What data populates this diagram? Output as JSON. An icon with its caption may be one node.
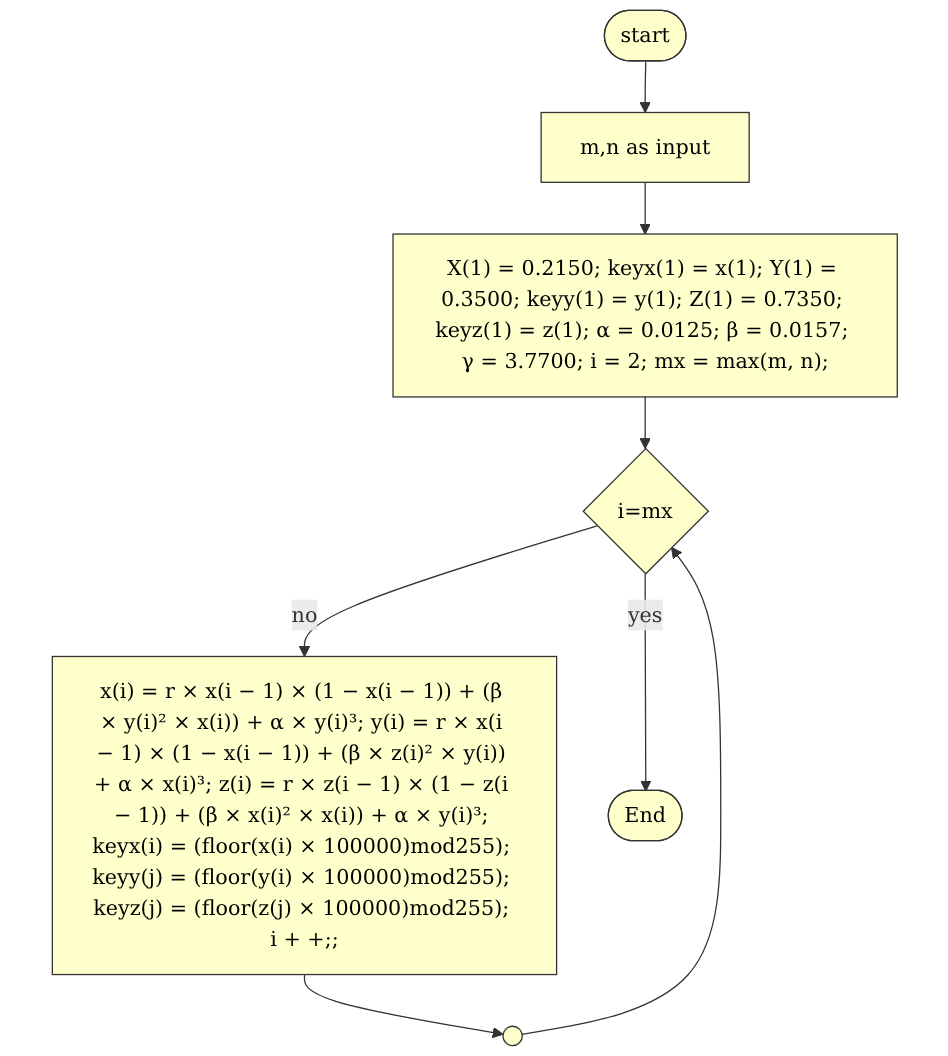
{
  "diagram": {
    "nodes": [
      {
        "text": [
          "start"
        ]
      },
      {
        "text": [
          "m,n as input"
        ]
      },
      {
        "text": [
          "X(1) = 0.2150; keyx(1) = x(1); Y(1) = 0.3500; keyy(1) = y(1); Z(1) = 0.7350; keyz(1) = z(1); α = 0.0125; β = 0.0157; γ = 3.7700; i = 2; mx = max(m, n);"
        ]
      },
      {
        "text": [
          "i=mx"
        ]
      },
      {
        "text": [
          "x(i) = r × x(i − 1) × (1 − x(i − 1)) + (β × y(i)² × x(i)) + α × y(i)³; y(i) = r × x(i − 1) × (1 − x(i − 1)) + (β × z(i)² × y(i)) + α × x(i)³; z(i) = r × z(i − 1) × (1 − z(i − 1)) + (β × x(i)² × x(i)) + α × y(i)³; keyx(i) = (floor(x(i) × 100000)mod255); keyy(j) = (floor(y(i) × 100000)mod255); keyz(j) = (floor(z(j) × 100000)mod255); i + +;;"
        ]
      },
      {
        "text": [
          "End"
        ]
      },
      {
        "text": [],
        "shape": "circle"
      }
    ],
    "edges": [
      {
        "from": 0,
        "to": 1,
        "arrow": "to"
      },
      {
        "from": 1,
        "to": 2,
        "arrow": "to"
      },
      {
        "from": 2,
        "to": 3,
        "arrow": "to"
      },
      {
        "from": 3,
        "to": 4,
        "label": "no",
        "arrow": "to"
      },
      {
        "from": 3,
        "to": 5,
        "label": "yes",
        "arrow": "to"
      },
      {
        "from": 4,
        "to": 6,
        "arrow": "to"
      },
      {
        "from": 6,
        "to": 3,
        "arrow": "to"
      }
    ]
  }
}
